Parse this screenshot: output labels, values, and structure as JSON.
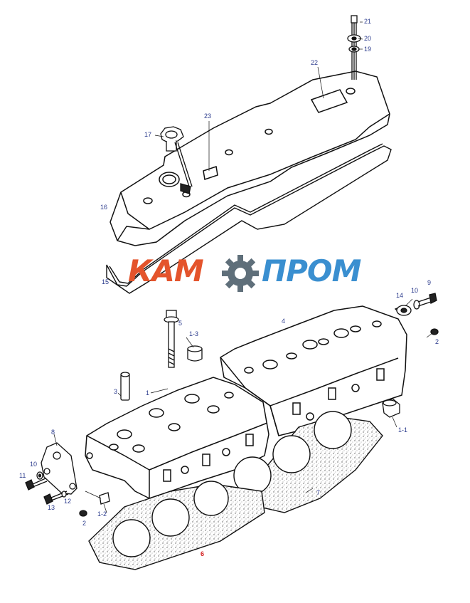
{
  "brand": {
    "left_text": "КАМ",
    "right_text": "ПРОМ",
    "left_color": "#e4542c",
    "right_color": "#3a8fd0",
    "gear_color": "#5f6f7a",
    "icon": "gear-icon"
  },
  "callouts": {
    "c21": "21",
    "c20": "20",
    "c19": "19",
    "c22": "22",
    "c23": "23",
    "c17": "17",
    "c16": "16",
    "c15": "15",
    "c9": "9",
    "c10a": "10",
    "c14": "14",
    "c5": "5",
    "c4": "4",
    "c13a": "1-3",
    "c2a": "2",
    "c3": "3",
    "c1": "1",
    "c8": "8",
    "c11a": "1-1",
    "c10b": "10",
    "c11": "11",
    "c12": "12",
    "c13": "13",
    "c7": "7",
    "c12b": "1-2",
    "c2b": "2",
    "c6": "6"
  },
  "colors": {
    "line": "#111111",
    "callout": "#2a3a8c",
    "highlight": "#d31c1c"
  }
}
